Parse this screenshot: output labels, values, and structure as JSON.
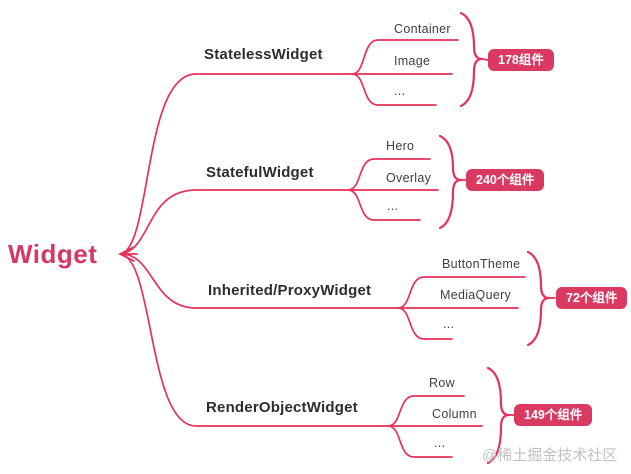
{
  "colors": {
    "line": "#e5315a",
    "root_text": "#d63768",
    "badge_bg": "#da3a62",
    "badge_text": "#ffffff",
    "branch_text": "#2d2d2d",
    "leaf_text": "#3f3f3f",
    "watermark_text": "#c2c2c2"
  },
  "root": {
    "label": "Widget"
  },
  "branches": [
    {
      "label": "StatelessWidget",
      "children": [
        "Container",
        "Image",
        "..."
      ],
      "badge": "178组件"
    },
    {
      "label": "StatefulWidget",
      "children": [
        "Hero",
        "Overlay",
        "..."
      ],
      "badge": "240个组件"
    },
    {
      "label": "Inherited/ProxyWidget",
      "children": [
        "ButtonTheme",
        "MediaQuery",
        "..."
      ],
      "badge": "72个组件"
    },
    {
      "label": "RenderObjectWidget",
      "children": [
        "Row",
        "Column",
        "..."
      ],
      "badge": "149个组件"
    }
  ],
  "watermark": {
    "text": "@稀土掘金技术社区"
  }
}
